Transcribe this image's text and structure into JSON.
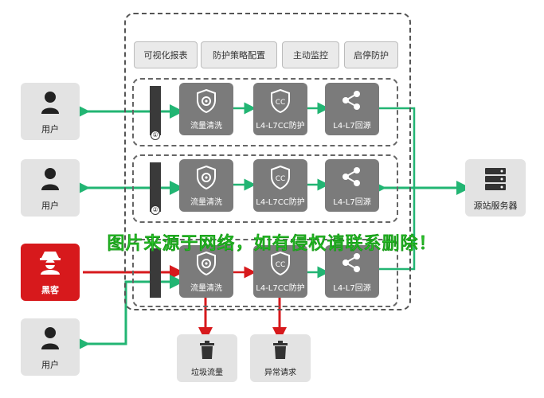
{
  "header": {
    "title": ""
  },
  "features": [
    "可视化报表",
    "防护策略配置",
    "主动监控",
    "启停防护"
  ],
  "lanes": [
    {
      "num": "①",
      "nodes": [
        "流量清洗",
        "L4-L7CC防护",
        "L4-L7回源"
      ]
    },
    {
      "num": "②",
      "nodes": [
        "流量清洗",
        "L4-L7CC防护",
        "L4-L7回源"
      ]
    },
    {
      "num": "",
      "nodes": [
        "流量清洗",
        "L4-L7CC防护",
        "L4-L7回源"
      ]
    }
  ],
  "clients": [
    {
      "label": "用户",
      "type": "user"
    },
    {
      "label": "用户",
      "type": "user"
    },
    {
      "label": "黑客",
      "type": "hacker"
    },
    {
      "label": "用户",
      "type": "user"
    }
  ],
  "server": {
    "label": "源站服务器"
  },
  "sinks": [
    {
      "label": "垃圾流量"
    },
    {
      "label": "异常请求"
    }
  ],
  "watermark": "图片来源于网络，如有侵权请联系删除！",
  "colors": {
    "user_arrow": "#22b573",
    "attack_arrow": "#d7191c",
    "node_bg": "#7b7b7b",
    "hacker_bg": "#d7191c",
    "watermark": "#2fdc2f"
  }
}
